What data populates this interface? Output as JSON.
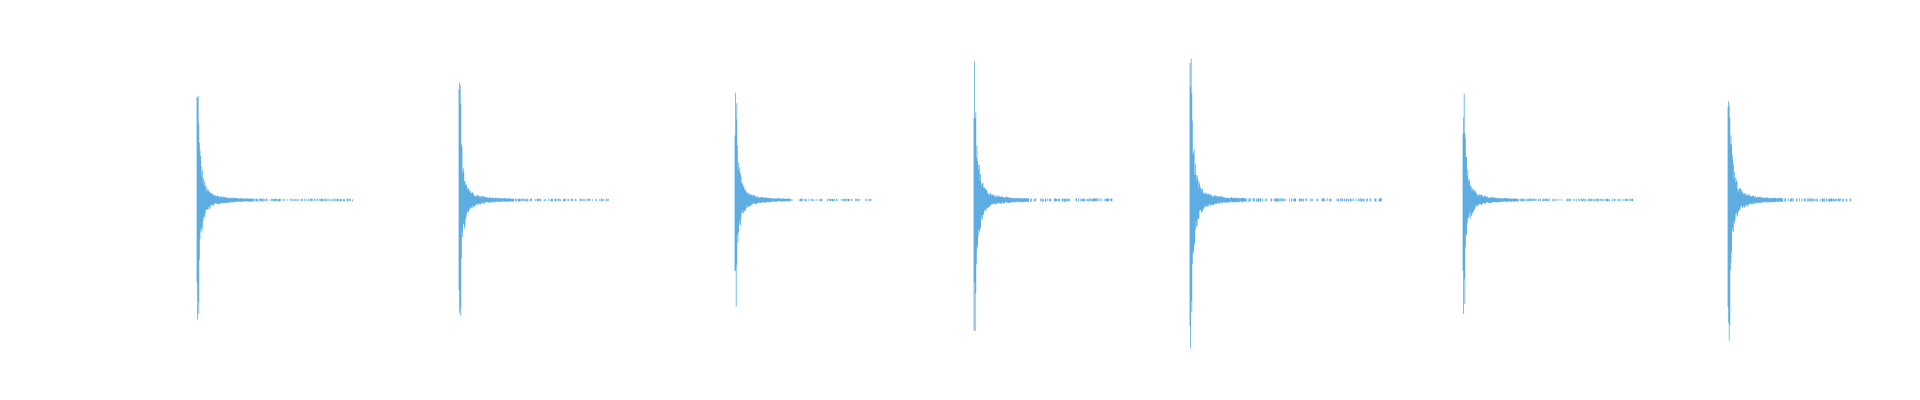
{
  "waveform": {
    "color": "#5dade2",
    "background": "#ffffff",
    "peak_count": 7,
    "peaks": [
      {
        "amplitude_up": 0.61,
        "amplitude_down": 0.6,
        "tail_length": 0.081
      },
      {
        "amplitude_up": 0.61,
        "amplitude_down": 0.61,
        "tail_length": 0.078
      },
      {
        "amplitude_up": 0.55,
        "amplitude_down": 0.56,
        "tail_length": 0.071
      },
      {
        "amplitude_up": 0.7,
        "amplitude_down": 0.7,
        "tail_length": 0.073
      },
      {
        "amplitude_up": 0.75,
        "amplitude_down": 0.75,
        "tail_length": 0.1
      },
      {
        "amplitude_up": 0.58,
        "amplitude_down": 0.57,
        "tail_length": 0.089
      },
      {
        "amplitude_up": 0.74,
        "amplitude_down": 0.74,
        "tail_length": 0.065
      }
    ]
  }
}
